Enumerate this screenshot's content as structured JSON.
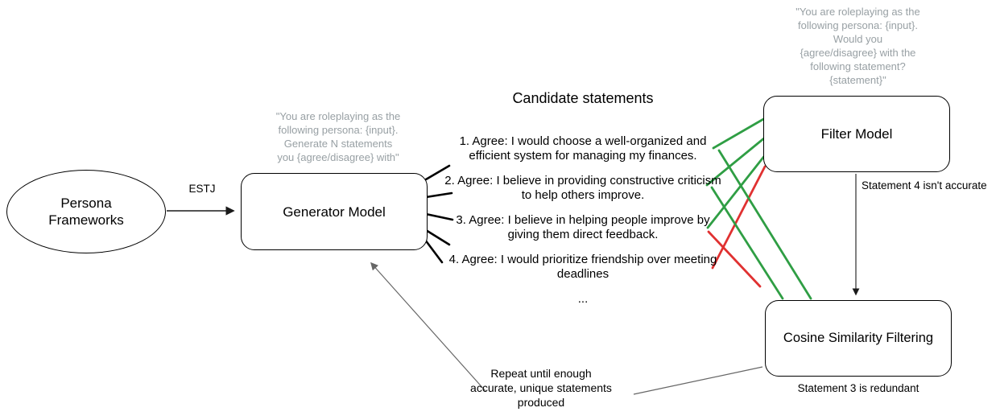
{
  "colors": {
    "green": "#2f9e44",
    "red": "#e03131",
    "gray_text": "#98a0a4",
    "arrow_gray": "#666666",
    "line": "#1a1a1a"
  },
  "nodes": {
    "persona_frameworks": {
      "label": "Persona\nFrameworks"
    },
    "generator_model": {
      "label": "Generator Model",
      "prompt": "\"You are roleplaying as the\nfollowing persona: {input}.\nGenerate N statements\nyou {agree/disagree} with\""
    },
    "filter_model": {
      "label": "Filter Model",
      "prompt": "\"You are roleplaying as the\nfollowing persona: {input}.\nWould you\n{agree/disagree} with the\nfollowing statement?\n{statement}\""
    },
    "cosine_similarity": {
      "label": "Cosine Similarity Filtering",
      "caption": "Statement 3 is redundant"
    }
  },
  "edges": {
    "persona_to_generator": {
      "label": "ESTJ"
    },
    "filter_to_cosine": {
      "label": "Statement 4 isn't accurate"
    },
    "cosine_to_generator": {
      "label": "Repeat until enough\naccurate, unique statements\nproduced"
    }
  },
  "candidates": {
    "title": "Candidate statements",
    "items": [
      "1. Agree: I would choose a well-organized and efficient system for managing my finances.",
      "2. Agree: I believe in providing constructive criticism to help others improve.",
      "3. Agree: I believe in helping people improve by giving them direct feedback.",
      "4. Agree: I would prioritize friendship over meeting deadlines",
      "..."
    ]
  }
}
